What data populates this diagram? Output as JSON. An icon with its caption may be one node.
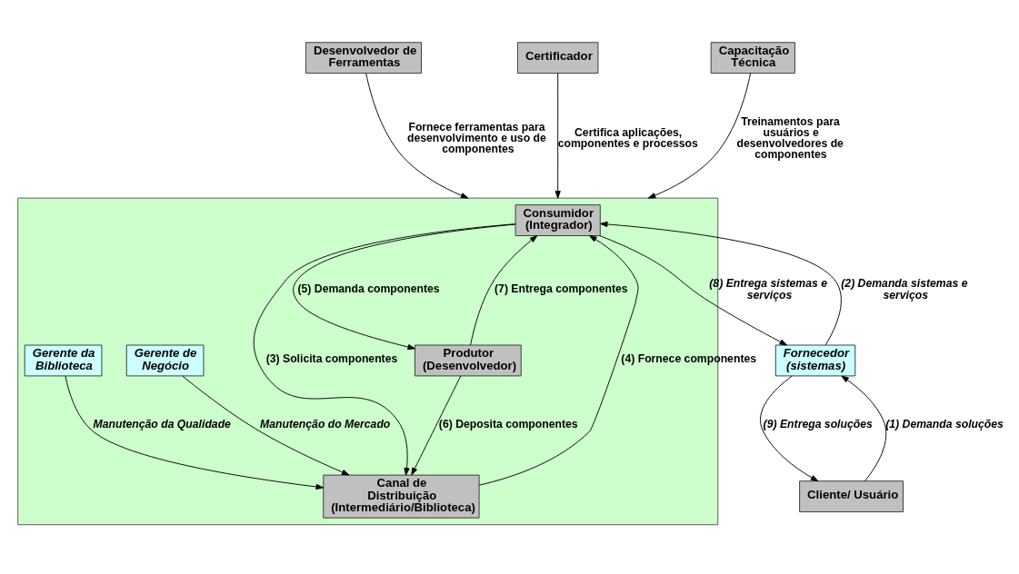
{
  "diagram": {
    "nodes": [
      {
        "text": [
          "Desenvolvedor de Ferramentas"
        ]
      },
      {
        "text": [
          "Certificador"
        ]
      },
      {
        "text": [
          "Capacitação Técnica"
        ]
      },
      {
        "text": [
          "Cliente/ Usuário"
        ]
      },
      {
        "text": [],
        "shape": "box"
      },
      {
        "text": [
          "Fornecedor (sistemas)"
        ]
      },
      {
        "text": [
          "Consumidor (Integrador)"
        ],
        "in": 4
      },
      {
        "text": [
          "Produtor (Desenvolvedor)"
        ],
        "in": 4
      },
      {
        "text": [
          "Canal de Distribuição (Intermediário/Biblioteca)"
        ],
        "in": 4
      },
      {
        "text": [
          "Gerente de Negócio"
        ],
        "in": 4
      },
      {
        "text": [
          "Gerente da Biblioteca"
        ],
        "in": 4
      }
    ],
    "edges": [
      {
        "from": 0,
        "to": 4,
        "arrow": "to",
        "label": "Fornece ferramentas para desenvolvimento e uso de componentes"
      },
      {
        "from": 1,
        "to": 4,
        "arrow": "to",
        "label": "Certifica aplicações, componentes e processos"
      },
      {
        "from": 2,
        "to": 4,
        "arrow": "to",
        "label": "Treinamentos para usuários e desenvolvedores de componentes"
      },
      {
        "from": 3,
        "to": 5,
        "arrow": "to",
        "label": "(1) Demanda soluções"
      },
      {
        "from": 5,
        "to": 3,
        "arrow": "to",
        "label": "(9) Entrega soluções"
      },
      {
        "from": 6,
        "to": 5,
        "arrow": "to",
        "label": "(8) Entrega sistemas e serviços"
      },
      {
        "from": 5,
        "to": 6,
        "arrow": "to",
        "label": "(2) Demanda sistemas e serviços"
      },
      {
        "from": 6,
        "to": 7,
        "arrow": "to",
        "label": "(5) Demanda componentes"
      },
      {
        "from": 7,
        "to": 6,
        "arrow": "to",
        "label": "(7) Entrega componentes"
      },
      {
        "from": 6,
        "to": 8,
        "arrow": "to",
        "label": "(3) Solicita componentes"
      },
      {
        "from": 8,
        "to": 6,
        "arrow": "to",
        "label": "(4) Fornece componentes"
      },
      {
        "from": 7,
        "to": 8,
        "arrow": "to",
        "label": "(6) Deposita componentes"
      },
      {
        "from": 9,
        "to": 8,
        "arrow": "to",
        "label": "Manutenção do Mercado"
      },
      {
        "from": 10,
        "to": 8,
        "arrow": "to",
        "label": "Manutenção da Qualidade"
      }
    ]
  }
}
